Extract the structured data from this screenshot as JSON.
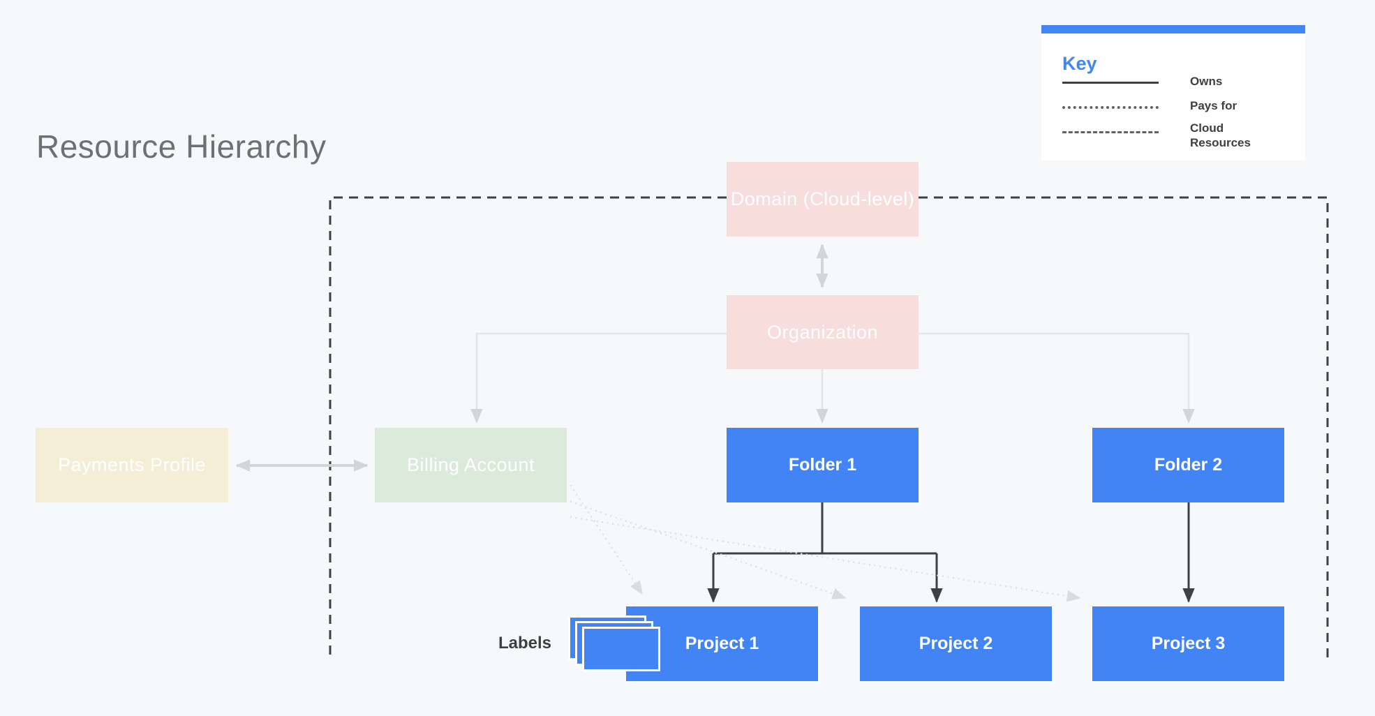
{
  "page": {
    "title": "Resource Hierarchy"
  },
  "key": {
    "heading": "Key",
    "items": [
      {
        "line_style": "solid",
        "label": "Owns"
      },
      {
        "line_style": "dotted",
        "label": "Pays for"
      },
      {
        "line_style": "dashed",
        "label": "Cloud Resources"
      }
    ]
  },
  "nodes": {
    "domain": {
      "label": "Domain (Cloud-level)",
      "color": "#f8dddd"
    },
    "organization": {
      "label": "Organization",
      "color": "#f8dddd"
    },
    "payments_profile": {
      "label": "Payments Profile",
      "color": "#f5eed6"
    },
    "billing_account": {
      "label": "Billing Account",
      "color": "#dceadb"
    },
    "folder1": {
      "label": "Folder 1",
      "color": "#4284f4"
    },
    "folder2": {
      "label": "Folder 2",
      "color": "#4284f4"
    },
    "project1": {
      "label": "Project 1",
      "color": "#4284f4"
    },
    "project2": {
      "label": "Project 2",
      "color": "#4284f4"
    },
    "project3": {
      "label": "Project 3",
      "color": "#4284f4"
    }
  },
  "labels_tag": {
    "label": "Labels"
  },
  "edges": [
    {
      "from": "Domain (Cloud-level)",
      "to": "Organization",
      "type": "owns",
      "bidirectional": true
    },
    {
      "from": "Payments Profile",
      "to": "Billing Account",
      "type": "owns",
      "bidirectional": true
    },
    {
      "from": "Organization",
      "to": "Billing Account",
      "type": "owns"
    },
    {
      "from": "Organization",
      "to": "Folder 1",
      "type": "owns"
    },
    {
      "from": "Organization",
      "to": "Folder 2",
      "type": "owns"
    },
    {
      "from": "Folder 1",
      "to": "Project 1",
      "type": "owns"
    },
    {
      "from": "Folder 1",
      "to": "Project 2",
      "type": "owns"
    },
    {
      "from": "Folder 2",
      "to": "Project 3",
      "type": "owns"
    },
    {
      "from": "Billing Account",
      "to": "Project 1",
      "type": "pays_for"
    },
    {
      "from": "Billing Account",
      "to": "Project 2",
      "type": "pays_for"
    },
    {
      "from": "Billing Account",
      "to": "Project 3",
      "type": "pays_for"
    }
  ],
  "colors": {
    "background": "#f6f8fa",
    "accent_blue": "#4284f4",
    "key_bar_blue": "#4285f4",
    "pink": "#f8dddd",
    "cream": "#f5eed6",
    "green": "#dceadb",
    "dark_line": "#3e4144",
    "light_line": "#e3e5e6",
    "light_arrow": "#d3d6d7",
    "dotted_line": "#dfe1e2",
    "title_gray": "#6d7173"
  }
}
